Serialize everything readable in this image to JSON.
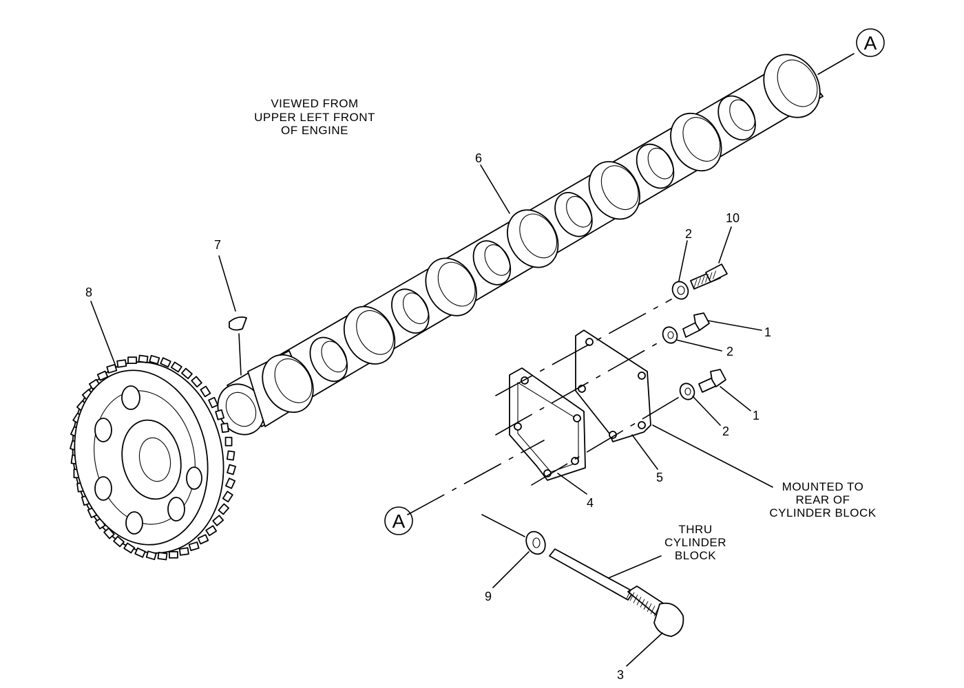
{
  "view_note": [
    "VIEWED FROM",
    "UPPER LEFT FRONT",
    "OF ENGINE"
  ],
  "mount_note": [
    "MOUNTED TO",
    "REAR OF",
    "CYLINDER BLOCK"
  ],
  "thru_note": [
    "THRU",
    "CYLINDER",
    "BLOCK"
  ],
  "ref_marker": "A",
  "callouts": {
    "c1a": "1",
    "c1b": "1",
    "c2a": "2",
    "c2b": "2",
    "c2c": "2",
    "c3": "3",
    "c4": "4",
    "c5": "5",
    "c6": "6",
    "c7": "7",
    "c8": "8",
    "c9": "9",
    "c10": "10"
  }
}
